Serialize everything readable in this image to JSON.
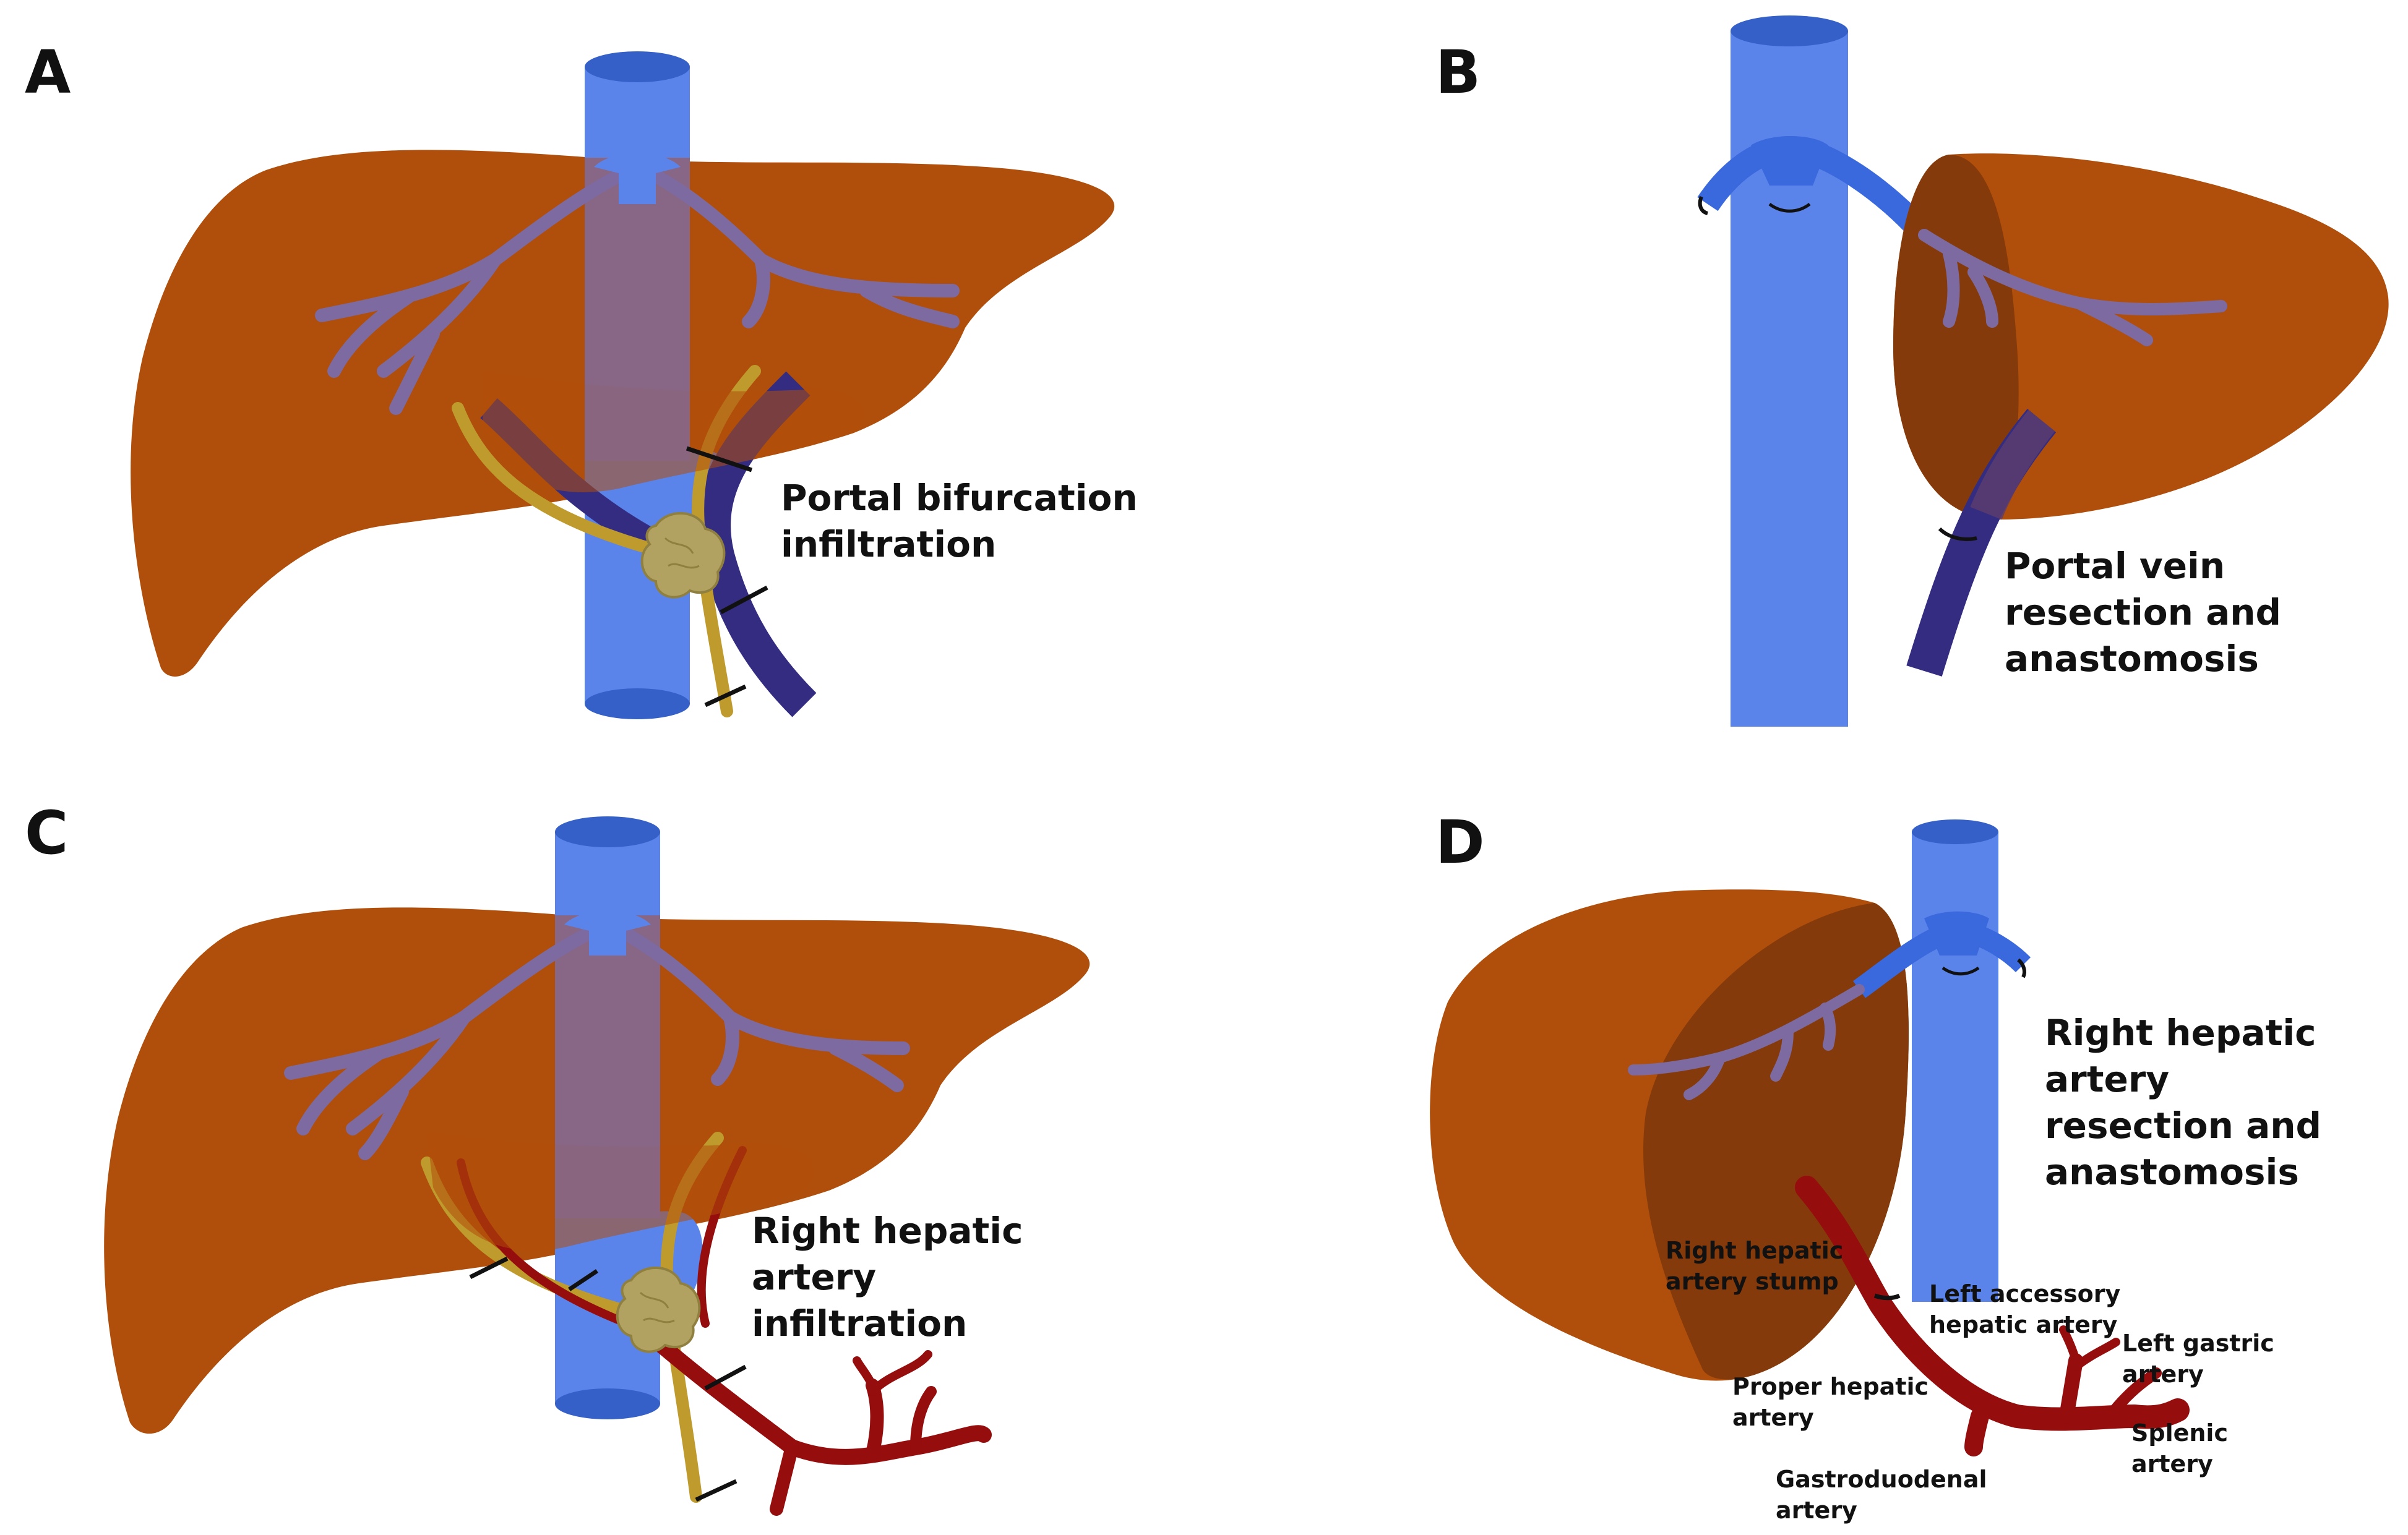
{
  "panels": {
    "a": {
      "letter": "A",
      "caption": [
        "Portal bifurcation",
        "infiltration"
      ]
    },
    "b": {
      "letter": "B",
      "caption": [
        "Portal vein",
        "resection and",
        "anastomosis"
      ]
    },
    "c": {
      "letter": "C",
      "caption": [
        "Right hepatic",
        "artery",
        "infiltration"
      ]
    },
    "d": {
      "letter": "D",
      "caption": [
        "Right hepatic",
        "artery",
        "resection and",
        "anastomosis"
      ],
      "labels": {
        "stump": [
          "Right hepatic",
          "artery stump"
        ],
        "left_accessory": [
          "Left accessory",
          "hepatic artery"
        ],
        "left_gastric": [
          "Left gastric",
          "artery"
        ],
        "proper_hepatic": [
          "Proper hepatic",
          "artery"
        ],
        "splenic": [
          "Splenic",
          "artery"
        ],
        "gastroduodenal": [
          "Gastroduodenal",
          "artery"
        ]
      }
    }
  },
  "colors": {
    "liver": "#b04e0b",
    "liver_cut_surface": "#843a0a",
    "vena_cava": "#5b84ea",
    "vena_cava_top": "#3560c8",
    "hepatic_veins": "#7d6aa0",
    "portal_vein": "#332c80",
    "bile_duct": "#bf9a2c",
    "hepatic_artery": "#960d0d",
    "tumor": "#b2a262",
    "suture": "#111111"
  }
}
